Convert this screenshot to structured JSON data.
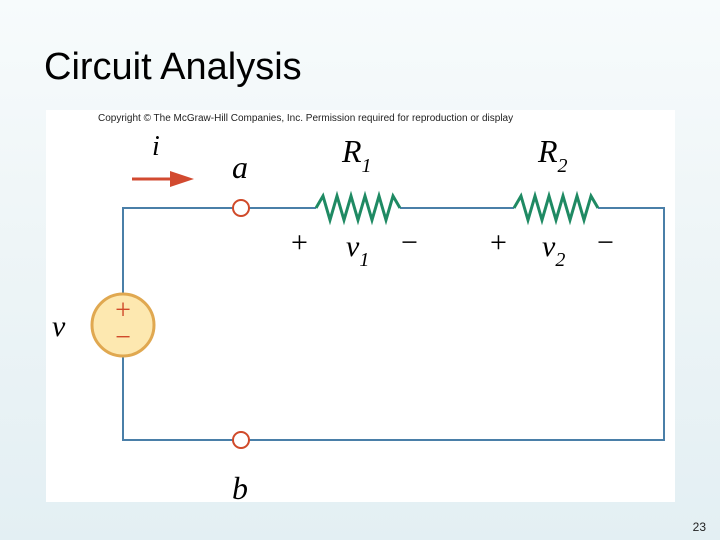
{
  "slide": {
    "title": "Circuit Analysis",
    "page_number": "23"
  },
  "figure": {
    "copyright": "Copyright © The McGraw-Hill Companies, Inc. Permission required for reproduction or display",
    "current": {
      "symbol": "i"
    },
    "nodes": {
      "a": "a",
      "b": "b"
    },
    "resistors": [
      {
        "symbol": "R",
        "subscript": "1"
      },
      {
        "symbol": "R",
        "subscript": "2"
      }
    ],
    "voltage_drops": [
      {
        "plus": "+",
        "minus": "−",
        "symbol": "v",
        "subscript": "1"
      },
      {
        "plus": "+",
        "minus": "−",
        "symbol": "v",
        "subscript": "2"
      }
    ],
    "source": {
      "symbol": "v",
      "plus": "+",
      "minus": "−"
    },
    "colors": {
      "wire": "#4a7fa8",
      "resistor": "#1f8a63",
      "source_fill": "#fde8b0",
      "source_stroke": "#e0a850",
      "source_sign": "#d04a2a",
      "arrow": "#d24a30",
      "terminal": "#d04a2a",
      "text": "#000000"
    }
  }
}
